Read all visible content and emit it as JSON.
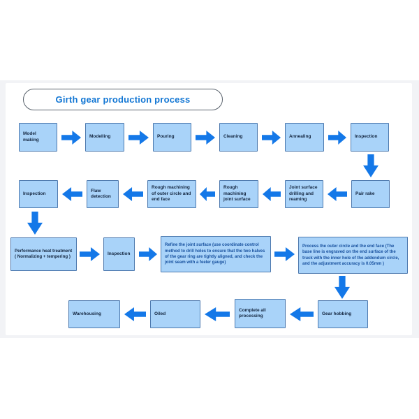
{
  "header": {
    "title": "Girth gear production process"
  },
  "colors": {
    "band_bg": "#f2f3f6",
    "box_fill": "#a9d3f9",
    "box_border": "#4d79ae",
    "arrow_blue": "#1478e8",
    "title_text": "#1377d4",
    "label_text": "#13253f",
    "paragraph_text": "#17509e"
  },
  "nodes": [
    {
      "id": "model-making",
      "label": "Model making"
    },
    {
      "id": "modelling",
      "label": "Modelling"
    },
    {
      "id": "pouring",
      "label": "Pouring"
    },
    {
      "id": "cleaning",
      "label": "Cleaning"
    },
    {
      "id": "annealing",
      "label": "Annealing"
    },
    {
      "id": "inspection-1",
      "label": "Inspection"
    },
    {
      "id": "pair-rake",
      "label": "Pair rake"
    },
    {
      "id": "joint-surface-drilling-reaming",
      "label": "Joint surface drilling and reaming"
    },
    {
      "id": "rough-machining-joint-surface",
      "label": "Rough machining joint surface"
    },
    {
      "id": "rough-machining-outer-circle",
      "label": "Rough machining of outer circle and end face"
    },
    {
      "id": "flaw-detection",
      "label": "Flaw detection"
    },
    {
      "id": "inspection-2",
      "label": "Inspection"
    },
    {
      "id": "performance-heat-treatment",
      "label": "Performance heat treatment ( Normalizing + tempering )"
    },
    {
      "id": "inspection-3",
      "label": "Inspection"
    },
    {
      "id": "refine-joint-surface",
      "label": "Refine the joint surface (use coordinate control method to drill holes to ensure that the two halves of the gear ring are tightly aligned, and check the joint seam with a feeler gauge)"
    },
    {
      "id": "process-outer-circle-end-face",
      "label": "Process the outer circle and the end face (The base line is engraved on the end surface of the truck with the inner hole of the addendum circle, and the adjustment accuracy is 0.05mm )"
    },
    {
      "id": "gear-hobbing",
      "label": "Gear hobbing"
    },
    {
      "id": "complete-all-processing",
      "label": "Complete all processing"
    },
    {
      "id": "oiled",
      "label": "Oiled"
    },
    {
      "id": "warehousing",
      "label": "Warehousing"
    }
  ]
}
